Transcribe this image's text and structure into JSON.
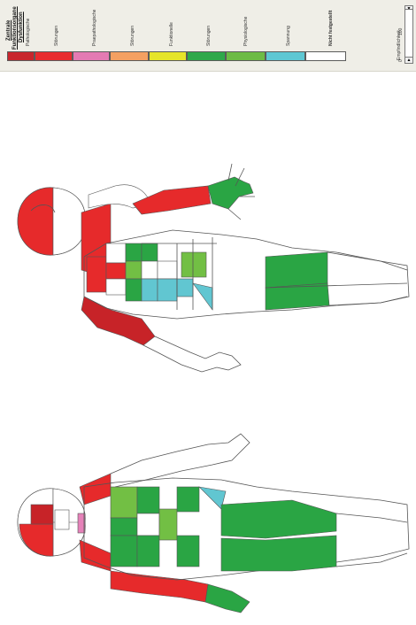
{
  "legend": {
    "title_1": "Dysfunktion",
    "title_2": "Funktionsorgane",
    "title_3": "Zentrale",
    "categories": [
      {
        "label": "Pathologische",
        "color": "#c8262d"
      },
      {
        "label": "Störungen",
        "color": "#e82c2f"
      },
      {
        "label": "Praepathologische",
        "color": "#e47ab3"
      },
      {
        "label": "Störungen",
        "color": "#f4a062"
      },
      {
        "label": "Funktionelle",
        "color": "#e6e42a"
      },
      {
        "label": "Störungen",
        "color": "#2fa84a"
      },
      {
        "label": "Physiologische",
        "color": "#6dbb45"
      },
      {
        "label": "Spannung",
        "color": "#5ec7d3"
      },
      {
        "label": "Nicht festgestellt",
        "color": "#ffffff"
      }
    ]
  },
  "sensitivity": {
    "label": "Empfindlichkeit",
    "min": "0",
    "max": "100",
    "value_fraction": 0.5
  },
  "colors": {
    "red": "#e62a2b",
    "dark_red": "#c72328",
    "green": "#2aa544",
    "light_green": "#72bf44",
    "cyan": "#61c6d1",
    "pink": "#e681b9",
    "outline": "#555555"
  }
}
